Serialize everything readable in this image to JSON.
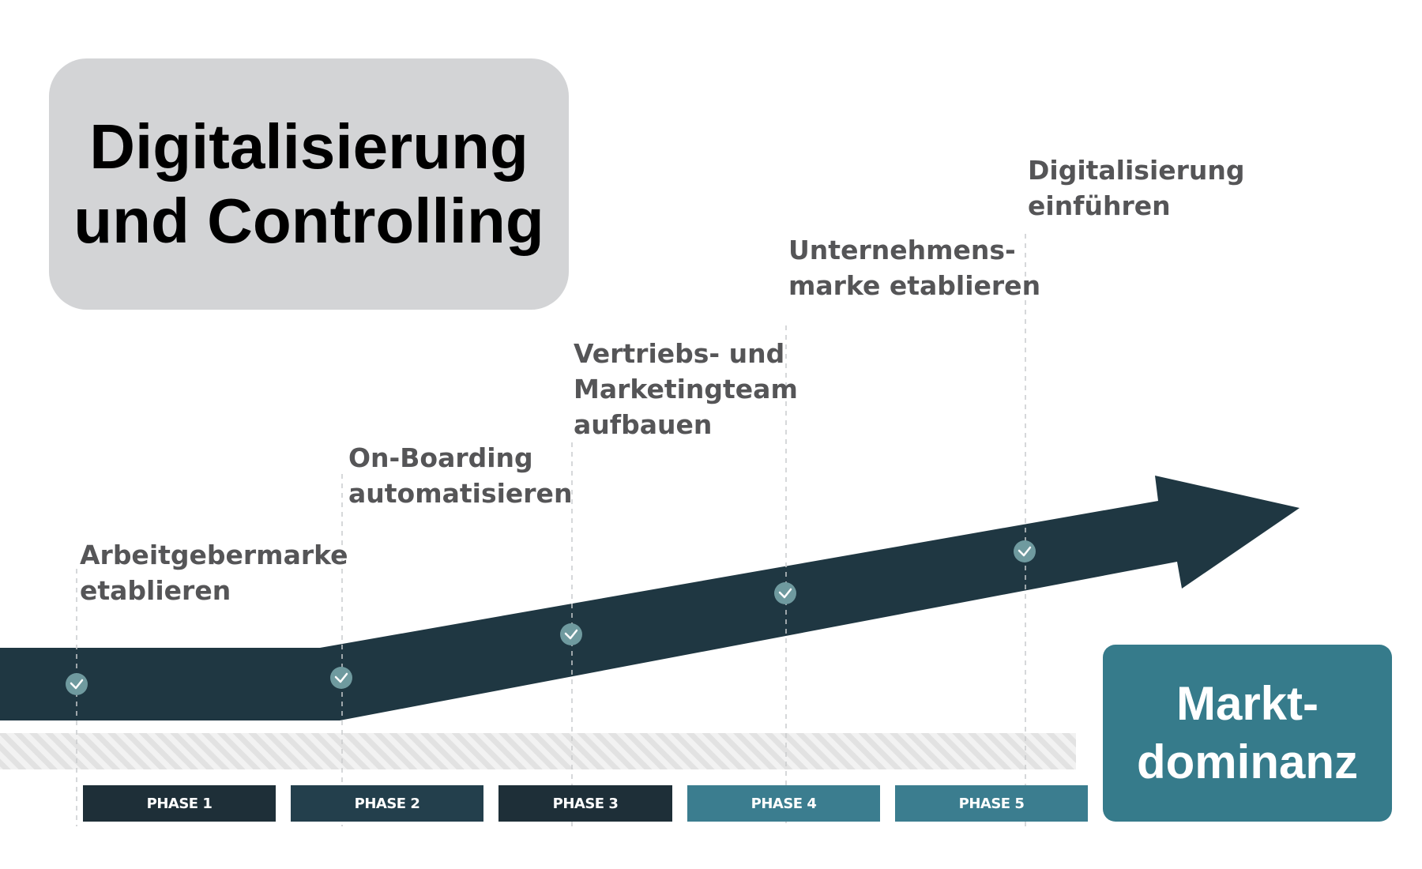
{
  "title": {
    "line1": "Digitalisierung",
    "line2": "und Controlling"
  },
  "steps": [
    {
      "line1": "Arbeitgebermarke",
      "line2": "etablieren"
    },
    {
      "line1": "On-Boarding",
      "line2": "automatisieren"
    },
    {
      "line1": "Vertriebs- und",
      "line2": "Marketingteam",
      "line3": "aufbauen"
    },
    {
      "line1": "Unternehmens-",
      "line2": "marke etablieren"
    },
    {
      "line1": "Digitalisierung",
      "line2": "einführen"
    }
  ],
  "phases": [
    {
      "label": "PHASE 1",
      "color": "#1e2f38"
    },
    {
      "label": "PHASE 2",
      "color": "#233f4c"
    },
    {
      "label": "PHASE 3",
      "color": "#1e2f38"
    },
    {
      "label": "PHASE 4",
      "color": "#3b7d8f"
    },
    {
      "label": "PHASE 5",
      "color": "#3b7d8f"
    }
  ],
  "goal": {
    "line1": "Markt-",
    "line2": "dominanz"
  },
  "colors": {
    "arrow": "#1f3742",
    "marker": "#6f9a9f",
    "accent_teal": "#367b8b",
    "title_bg": "#d3d4d6",
    "label_text": "#555557"
  },
  "icons": {
    "milestone": "check-circle-icon"
  }
}
